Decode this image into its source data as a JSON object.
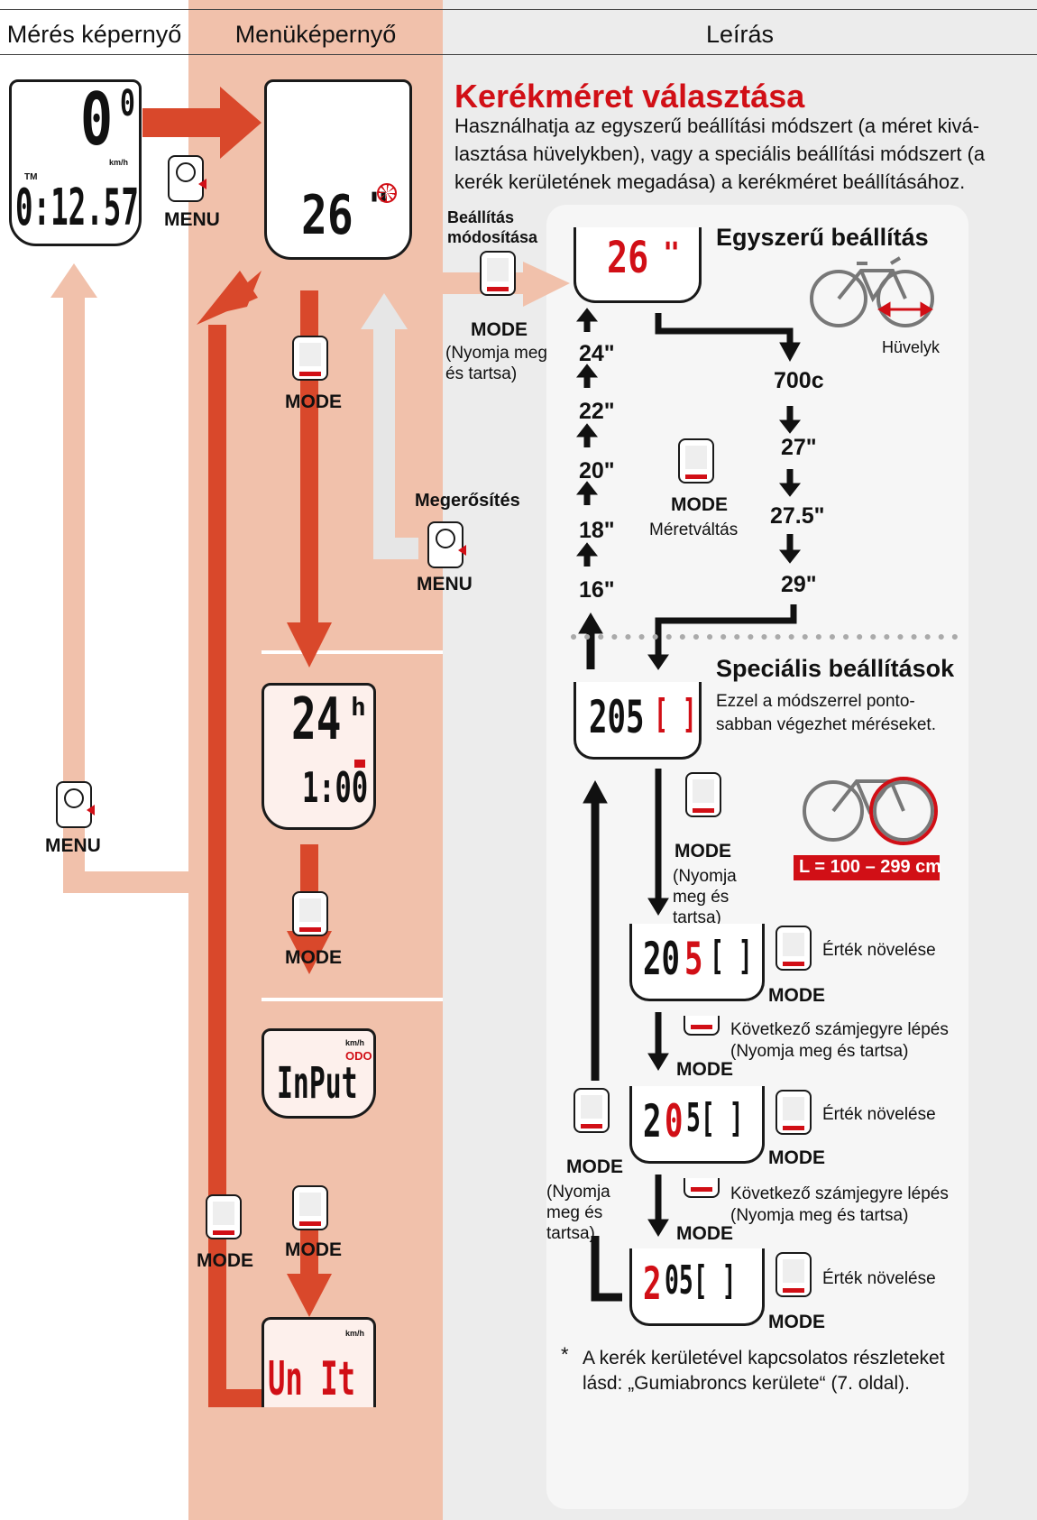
{
  "header": {
    "col1": "Mérés képernyő",
    "col2": "Menüképernyő",
    "col3": "Leírás"
  },
  "measure_screen": {
    "speed": "0",
    "speed_small": "0",
    "unit": "km/h",
    "tm": "TM",
    "time": "0:12.57"
  },
  "menu_screens": {
    "wheel": {
      "value": "26",
      "unit": "\""
    },
    "clock": {
      "value": "24",
      "suffix": "h",
      "time": "1:00"
    },
    "input": {
      "unit": "km/h",
      "odo": "ODO",
      "text": "InPut"
    },
    "unit": {
      "unit": "km/h",
      "text": "Un It"
    }
  },
  "buttons": {
    "menu": "MENU",
    "mode": "MODE"
  },
  "labels": {
    "set_change": "Beállítás módosítása",
    "press_hold": "(Nyomja meg és tartsa)",
    "confirm": "Megerősítés",
    "size_change": "Méretváltás",
    "inch": "Hüvelyk",
    "increase": "Érték növelése",
    "next_digit": "Következő számjegyre lépés",
    "next_digit_hold": "(Nyomja meg és tartsa)",
    "range": "L = 100 – 299 cm"
  },
  "description": {
    "title": "Kerékméret választása",
    "text_line1": "Használhatja az egyszerű beállítási módszert (a méret kivá-",
    "text_line2": "lasztása hüvelykben), vagy a speciális beállítási módszert (a",
    "text_line3": "kerék kerületének megadása) a kerékméret beállításához.",
    "simple_title": "Egyszerű beállítás",
    "special_title": "Speciális beállítások",
    "special_text1": "Ezzel a módszerrel ponto-",
    "special_text2": "sabban végezhet méréseket.",
    "footnote_mark": "*",
    "footnote1": "A kerék kerületével kapcsolatos részleteket",
    "footnote2": "lásd: „Gumiabroncs kerülete“ (7. oldal)."
  },
  "sizes_up": [
    "24\"",
    "22\"",
    "20\"",
    "18\"",
    "16\""
  ],
  "sizes_down": [
    "700c",
    "27\"",
    "27.5\"",
    "29\""
  ],
  "circumference": {
    "main": "205",
    "bracket": "[ ]",
    "step1_a": "20",
    "step1_b": "5",
    "step1_c": "[ ]",
    "step2_a": "2",
    "step2_b": "0",
    "step2_c": "5[ ]",
    "step3_a": "2",
    "step3_b": "05[ ]"
  },
  "colors": {
    "accent_red": "#d10f16",
    "arrow_red": "#d9482b",
    "band_salmon": "#f1c1ab",
    "arrow_light": "#f1c1ab",
    "header_bg": "#ececec",
    "panel_bg": "#efefef"
  }
}
